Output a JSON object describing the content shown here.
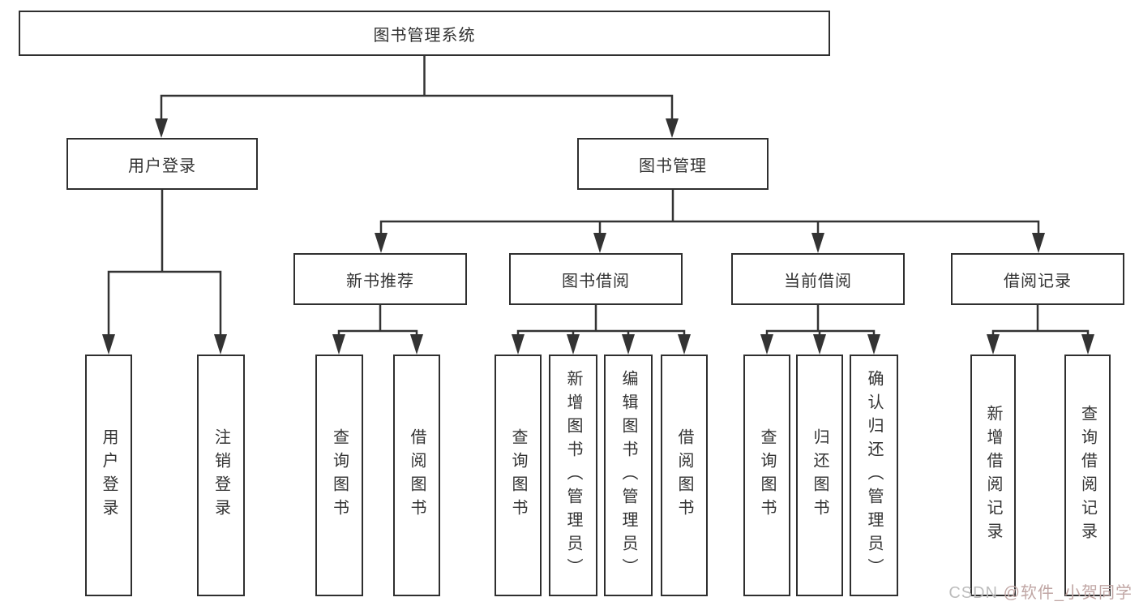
{
  "tree": {
    "label": "图书管理系统",
    "children": [
      {
        "label": "用户登录",
        "children": [
          {
            "label": "用户登录"
          },
          {
            "label": "注销登录"
          }
        ]
      },
      {
        "label": "图书管理",
        "children": [
          {
            "label": "新书推荐",
            "children": [
              {
                "label": "查询图书"
              },
              {
                "label": "借阅图书"
              }
            ]
          },
          {
            "label": "图书借阅",
            "children": [
              {
                "label": "查询图书"
              },
              {
                "label": "新增图书（管理员）"
              },
              {
                "label": "编辑图书（管理员）"
              },
              {
                "label": "借阅图书"
              }
            ]
          },
          {
            "label": "当前借阅",
            "children": [
              {
                "label": "查询图书"
              },
              {
                "label": "归还图书"
              },
              {
                "label": "确认归还（管理员）"
              }
            ]
          },
          {
            "label": "借阅记录",
            "children": [
              {
                "label": "新增借阅记录"
              },
              {
                "label": "查询借阅记录"
              }
            ]
          }
        ]
      }
    ]
  },
  "watermark": {
    "prefix": "CSDN ",
    "handle": "@软件_小贺同学"
  },
  "colors": {
    "line": "#333333",
    "box_border": "#2f2f2f",
    "text": "#333333",
    "background": "#ffffff",
    "watermark_gray": "#bdbdbd",
    "watermark_tint": "#c0a6a4"
  }
}
